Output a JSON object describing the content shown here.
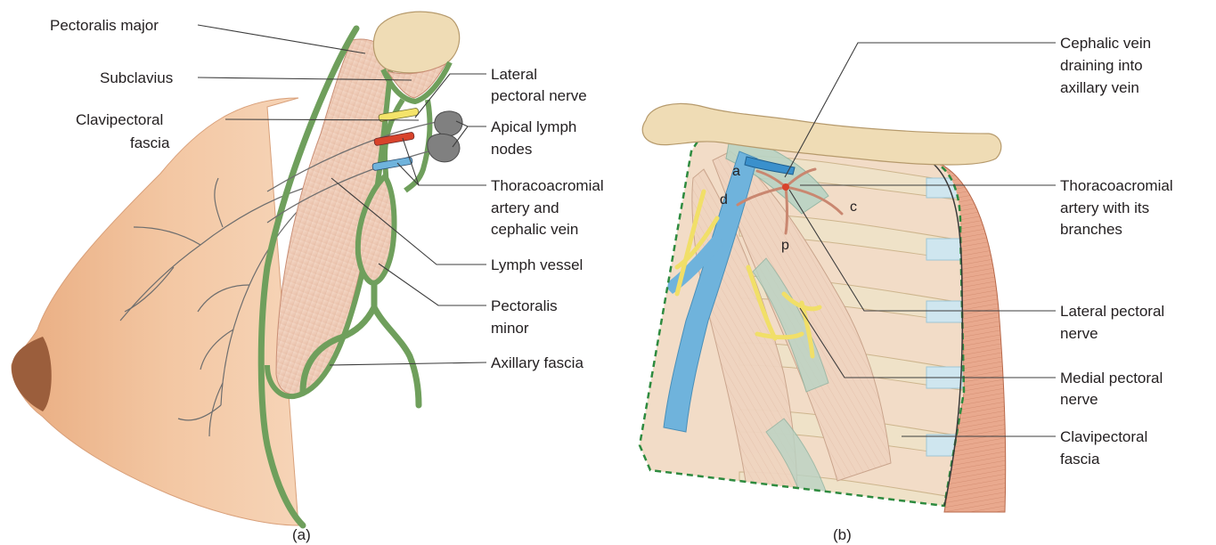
{
  "panel_a": {
    "caption": "(a)",
    "labels": {
      "pectoralis_major": "Pectoralis major",
      "subclavius": "Subclavius",
      "clavipectoral_fascia_1": "Clavipectoral",
      "clavipectoral_fascia_2": "fascia",
      "lateral_pectoral_nerve_1": "Lateral",
      "lateral_pectoral_nerve_2": "pectoral nerve",
      "apical_lymph_nodes_1": "Apical lymph",
      "apical_lymph_nodes_2": "nodes",
      "thoracoacromial_1": "Thoracoacromial",
      "thoracoacromial_2": "artery and",
      "thoracoacromial_3": "cephalic vein",
      "lymph_vessel": "Lymph vessel",
      "pectoralis_minor_1": "Pectoralis",
      "pectoralis_minor_2": "minor",
      "axillary_fascia": "Axillary fascia"
    }
  },
  "panel_b": {
    "caption": "(b)",
    "markers": {
      "a": "a",
      "d": "d",
      "c": "c",
      "p": "p"
    },
    "labels": {
      "cephalic_vein_1": "Cephalic vein",
      "cephalic_vein_2": "draining into",
      "cephalic_vein_3": "axillary vein",
      "thoracoacromial_1": "Thoracoacromial",
      "thoracoacromial_2": "artery with its",
      "thoracoacromial_3": "branches",
      "lateral_pectoral_nerve_1": "Lateral pectoral",
      "lateral_pectoral_nerve_2": "nerve",
      "medial_pectoral_nerve_1": "Medial pectoral",
      "medial_pectoral_nerve_2": "nerve",
      "clavipectoral_fascia_1": "Clavipectoral",
      "clavipectoral_fascia_2": "fascia"
    }
  },
  "colors": {
    "fascia_green": "#6f9f5c",
    "muscle": "#efcfbd",
    "breast_skin": "#f1c29d",
    "bone": "#efdcb5",
    "vein_blue": "#6fb3dc",
    "artery_red": "#d8432b",
    "nerve_yellow": "#f4e36a",
    "lymph_node_gray": "#808080"
  }
}
